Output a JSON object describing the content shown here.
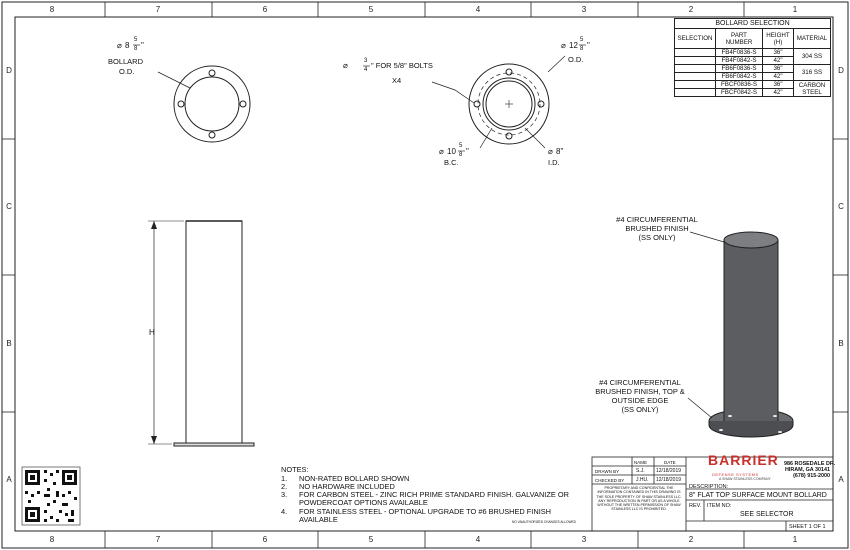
{
  "zones": {
    "top": [
      "8",
      "7",
      "6",
      "5",
      "4",
      "3",
      "2",
      "1"
    ],
    "bottom": [
      "8",
      "7",
      "6",
      "5",
      "4",
      "3",
      "2",
      "1"
    ],
    "left": [
      "D",
      "C",
      "B",
      "A"
    ],
    "right": [
      "D",
      "C",
      "B",
      "A"
    ]
  },
  "views": {
    "left_dim_value": "8",
    "left_dim_frac_num": "5",
    "left_dim_frac_den": "8",
    "left_label_1": "BOLLARD",
    "left_label_2": "O.D.",
    "bolt_dim_value": "",
    "bolt_frac_num": "3",
    "bolt_frac_den": "4",
    "bolt_text": "\" FOR 5/8\" BOLTS",
    "bolt_qty": "X4",
    "od_value": "12",
    "od_frac_num": "5",
    "od_frac_den": "8",
    "od_label": "O.D.",
    "bc_value": "10",
    "bc_frac_num": "5",
    "bc_frac_den": "8",
    "bc_label": "B.C.",
    "id_value": "8\"",
    "id_label": "I.D.",
    "height_label": "H"
  },
  "finish_notes": {
    "upper_1": "#4 CIRCUMFERENTIAL",
    "upper_2": "BRUSHED FINISH",
    "upper_3": "(SS ONLY)",
    "lower_1": "#4 CIRCUMFERENTIAL",
    "lower_2": "BRUSHED FINISH, TOP &",
    "lower_3": "OUTSIDE EDGE",
    "lower_4": "(SS ONLY)"
  },
  "selection_table": {
    "title": "BOLLARD SELECTION",
    "headers": [
      "SELECTION",
      "PART NUMBER",
      "HEIGHT (H)",
      "MATERIAL"
    ],
    "rows": [
      {
        "part": "FB4F0836-S",
        "height": "36\""
      },
      {
        "part": "FB4F0842-S",
        "height": "42\""
      },
      {
        "part": "FB6F0836-S",
        "height": "36\""
      },
      {
        "part": "FB6F0842-S",
        "height": "42\""
      },
      {
        "part": "FBCF0836-S",
        "height": "36\""
      },
      {
        "part": "FBCF0842-S",
        "height": "42\""
      }
    ],
    "materials": [
      "304 SS",
      "316 SS",
      "CARBON STEEL"
    ]
  },
  "notes": {
    "title": "NOTES:",
    "items": [
      {
        "num": "1.",
        "text": "NON-RATED BOLLARD SHOWN"
      },
      {
        "num": "2.",
        "text": "NO HARDWARE INCLUDED"
      },
      {
        "num": "3.",
        "text": "FOR CARBON STEEL - ZINC RICH PRIME STANDARD FINISH. GALVANIZE OR",
        "cont": "POWDERCOAT OPTIONS AVAILABLE"
      },
      {
        "num": "4.",
        "text": "FOR STAINLESS STEEL - OPTIONAL UPGRADE TO #6 BRUSHED FINISH",
        "cont": "AVAILABLE"
      }
    ]
  },
  "title_block": {
    "col_name": "NAME",
    "col_date": "DATE",
    "drawn_by_label": "DRAWN BY",
    "drawn_by_name": "S.J.",
    "drawn_by_date": "12/18/2019",
    "checked_by_label": "CHECKED BY",
    "checked_by_name": "J.HU.",
    "checked_by_date": "12/18/2019",
    "proprietary": "PROPRIETARY AND CONFIDENTIAL THE INFORMATION CONTAINED IN THIS DRAWING IS THE SOLE PROPERTY OF SHAW STAINLESS LLC. ANY REPRODUCTION IN PART OR AS A WHOLE WITHOUT THE WRITTEN PERMISSION OF SHAW STAINLESS LLC IS PROHIBITED.",
    "brand": "BARRIER",
    "brand_sub": "DEFENSE SYSTEMS",
    "brand_tag": "A SHAW STAINLESS COMPANY",
    "address_1": "986 ROSEDALE DR.",
    "address_2": "HIRAM, GA 30141",
    "address_3": "(678) 915-2000",
    "description_label": "DESCRIPTION:",
    "description": "8\" FLAT TOP SURFACE MOUNT BOLLARD",
    "rev_label": "REV.",
    "item_label": "ITEM NO:",
    "item_value": "SEE SELECTOR",
    "sheet": "SHEET 1 OF 1",
    "fine_print": "NO UNAUTHORIZED CHANGES ALLOWED"
  },
  "colors": {
    "ink": "#111111",
    "bollard_body": "#5b5d60",
    "bollard_top": "#7c7e81",
    "base_plate": "#6a6c6f",
    "brand_red": "#c9302c"
  }
}
